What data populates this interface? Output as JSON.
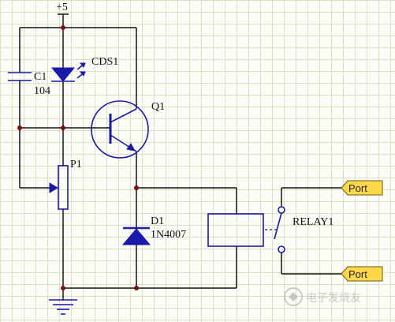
{
  "supply_label": "+5",
  "components": {
    "c1": {
      "ref": "C1",
      "value": "104"
    },
    "cds1": {
      "ref": "CDS1"
    },
    "q1": {
      "ref": "Q1"
    },
    "p1": {
      "ref": "P1"
    },
    "d1": {
      "ref": "D1",
      "value": "1N4007"
    },
    "relay1": {
      "ref": "RELAY1"
    }
  },
  "ports": [
    {
      "label": "Port"
    },
    {
      "label": "Port"
    }
  ],
  "watermark": "电子发烧友",
  "colors": {
    "component": "#1a1aa8",
    "wire": "#141414",
    "junction": "#7a1010",
    "port_fill": "#ffd84a"
  }
}
